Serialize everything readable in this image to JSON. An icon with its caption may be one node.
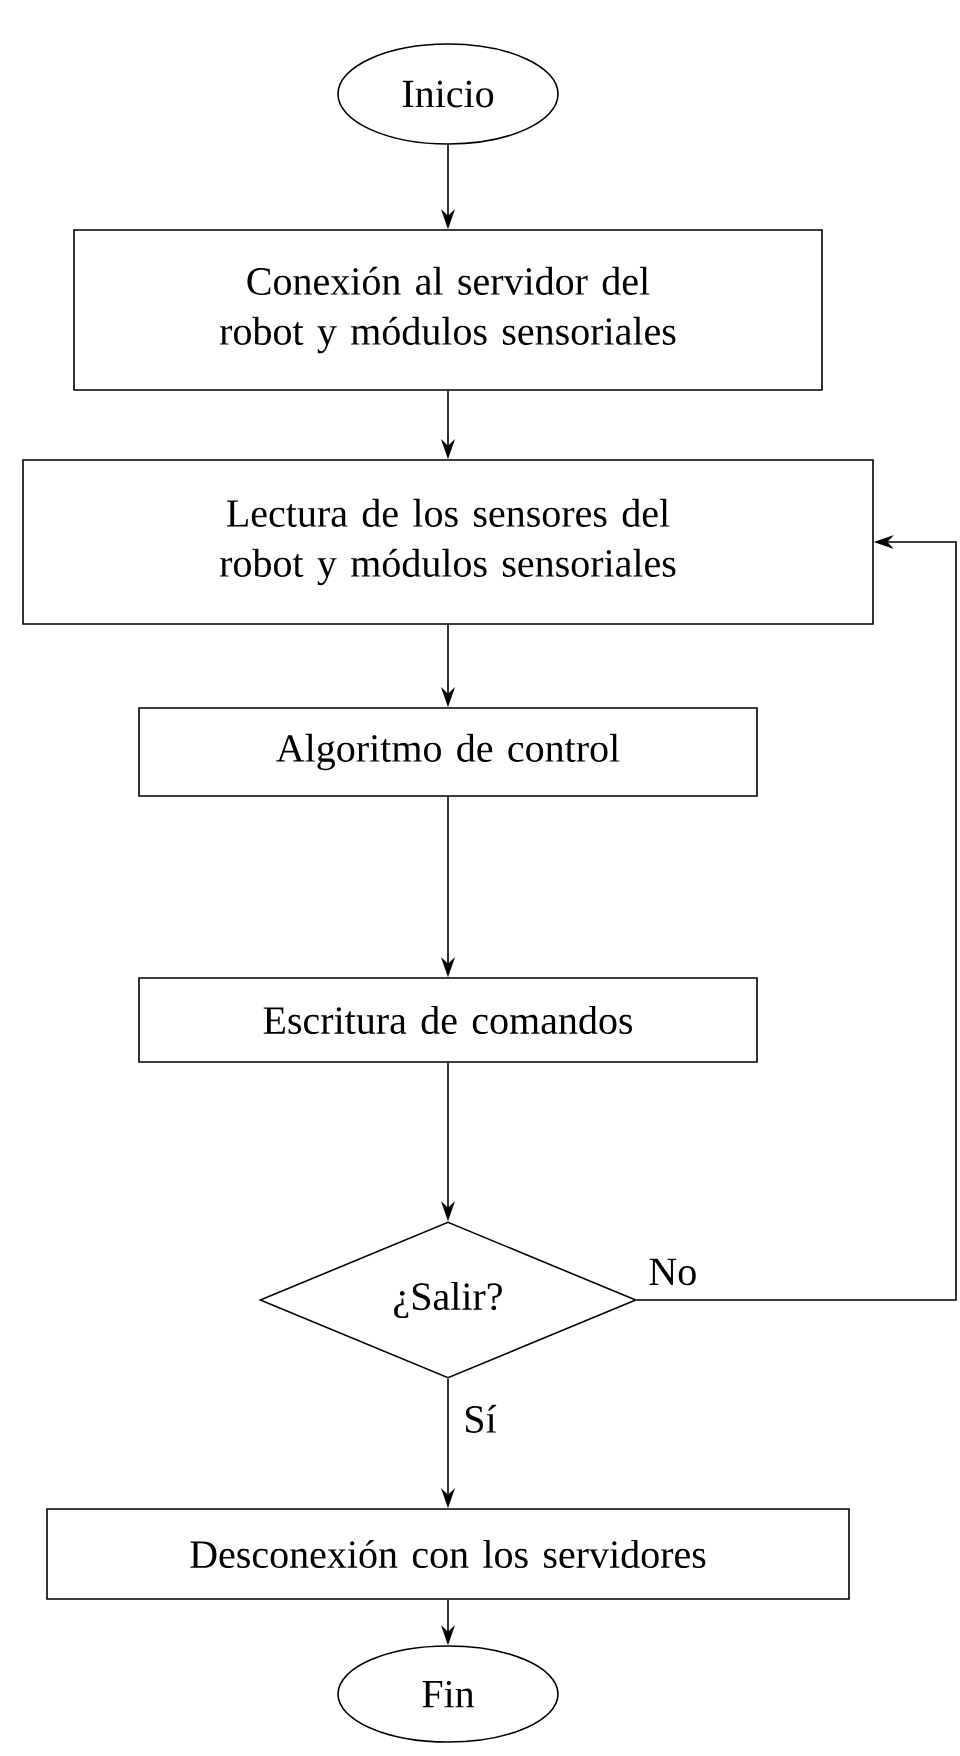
{
  "diagram": {
    "nodes": [
      {
        "text": [
          "Inicio"
        ]
      },
      {
        "text": [
          "Conexión al servidor del robot y módulos sensoriales"
        ]
      },
      {
        "text": [
          "Lectura de los sensores del robot y módulos sensoriales"
        ]
      },
      {
        "text": [
          "Algoritmo de control"
        ]
      },
      {
        "text": [
          "Escritura de comandos"
        ]
      },
      {
        "text": [
          "¿Salir?"
        ]
      },
      {
        "text": [
          "Desconexión con los servidores"
        ]
      },
      {
        "text": [
          "Fin"
        ]
      }
    ],
    "edges": [
      {
        "from": 0,
        "to": 1,
        "arrow": "to"
      },
      {
        "from": 1,
        "to": 2,
        "arrow": "to"
      },
      {
        "from": 2,
        "to": 3,
        "arrow": "to"
      },
      {
        "from": 3,
        "to": 4,
        "arrow": "to"
      },
      {
        "from": 4,
        "to": 5,
        "arrow": "to"
      },
      {
        "from": 5,
        "to": 6,
        "arrow": "to",
        "label": "Sí"
      },
      {
        "from": 5,
        "to": 2,
        "arrow": "to",
        "label": "No"
      },
      {
        "from": 6,
        "to": 7,
        "arrow": "to"
      }
    ]
  }
}
